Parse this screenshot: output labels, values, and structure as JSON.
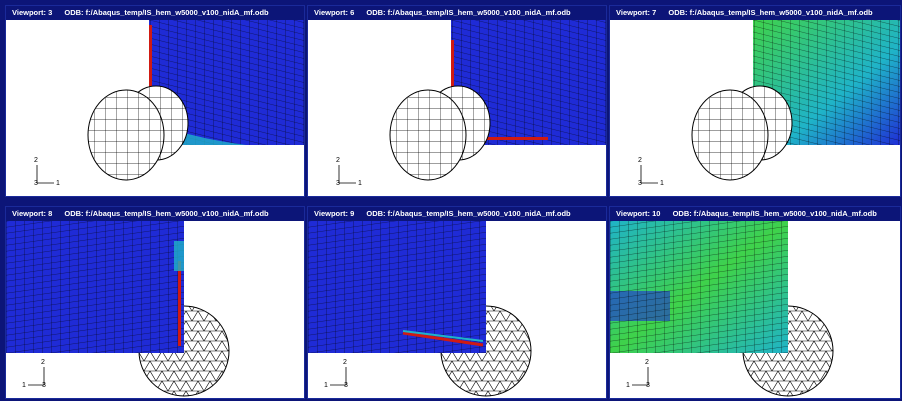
{
  "viewports": [
    {
      "name": "Viewport: 3",
      "odb": "ODB: f:/Abaqus_temp/IS_hem_w5000_v100_nidA_mf.odb",
      "triad": {
        "up": "2",
        "right": "1",
        "origin": "3"
      }
    },
    {
      "name": "Viewport: 6",
      "odb": "ODB: f:/Abaqus_temp/IS_hem_w5000_v100_nidA_mf.odb",
      "triad": {
        "up": "2",
        "right": "1",
        "origin": "3"
      }
    },
    {
      "name": "Viewport: 7",
      "odb": "ODB: f:/Abaqus_temp/IS_hem_w5000_v100_nidA_mf.odb",
      "triad": {
        "up": "2",
        "right": "1",
        "origin": "3"
      }
    },
    {
      "name": "Viewport: 8",
      "odb": "ODB: f:/Abaqus_temp/IS_hem_w5000_v100_nidA_mf.odb",
      "triad": {
        "up": "2",
        "left": "1",
        "origin": "3"
      }
    },
    {
      "name": "Viewport: 9",
      "odb": "ODB: f:/Abaqus_temp/IS_hem_w5000_v100_nidA_mf.odb",
      "triad": {
        "up": "2",
        "left": "1",
        "origin": "3"
      }
    },
    {
      "name": "Viewport: 10",
      "odb": "ODB: f:/Abaqus_temp/IS_hem_w5000_v100_nidA_mf.odb",
      "triad": {
        "up": "2",
        "left": "1",
        "origin": "3"
      }
    }
  ],
  "colors": {
    "frame": "#0c1578",
    "mesh_low": "#1f2bd6",
    "mesh_mid": "#1fb3c8",
    "mesh_high": "#3fd24a",
    "hot": "#d01a12",
    "mesh_line": "#000000"
  }
}
